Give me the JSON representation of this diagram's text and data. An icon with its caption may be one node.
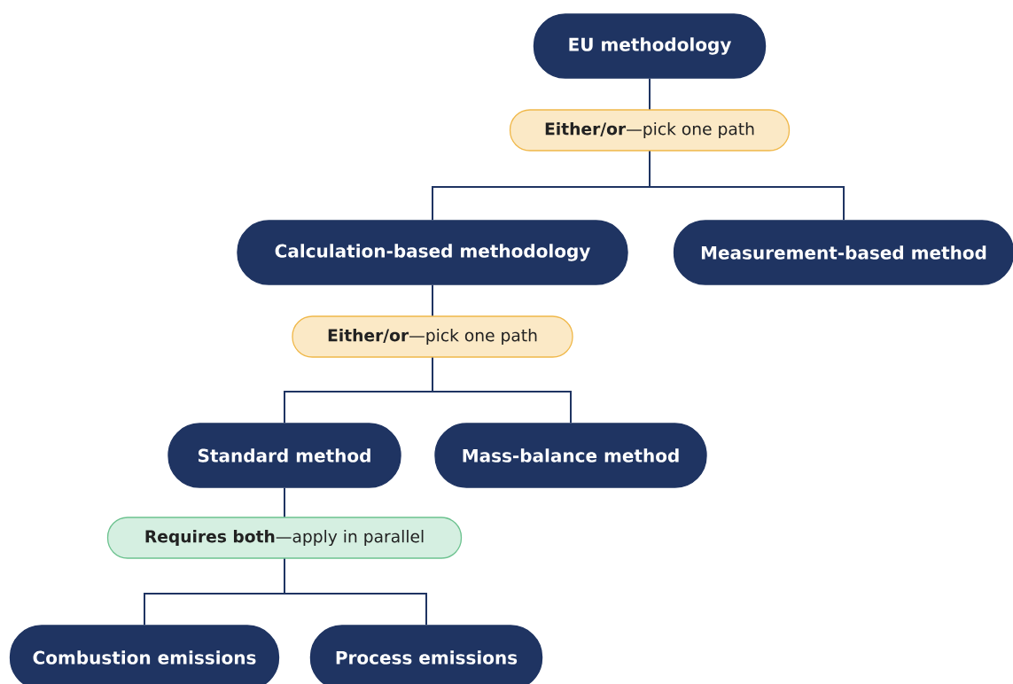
{
  "diagram": {
    "nodes": [
      {
        "text": [
          "EU methodology"
        ]
      },
      {
        "text": [
          "**Either/or**—pick one path"
        ]
      },
      {
        "text": [
          "Calculation-based methodology"
        ]
      },
      {
        "text": [
          "Measurement-based method"
        ]
      },
      {
        "text": [
          "**Either/or**—pick one path"
        ]
      },
      {
        "text": [
          "Standard method"
        ]
      },
      {
        "text": [
          "Mass-balance method"
        ]
      },
      {
        "text": [
          "**Requires both**—apply in parallel"
        ]
      },
      {
        "text": [
          "Combustion emissions"
        ]
      },
      {
        "text": [
          "Process emissions"
        ]
      }
    ],
    "edges": [
      {
        "from": 0,
        "to": 1,
        "arrow": "none"
      },
      {
        "from": 1,
        "to": 2,
        "arrow": "none"
      },
      {
        "from": 1,
        "to": 3,
        "arrow": "none"
      },
      {
        "from": 2,
        "to": 4,
        "arrow": "none"
      },
      {
        "from": 4,
        "to": 5,
        "arrow": "none"
      },
      {
        "from": 4,
        "to": 6,
        "arrow": "none"
      },
      {
        "from": 5,
        "to": 7,
        "arrow": "none"
      },
      {
        "from": 7,
        "to": 8,
        "arrow": "none"
      },
      {
        "from": 7,
        "to": 9,
        "arrow": "none"
      }
    ]
  }
}
